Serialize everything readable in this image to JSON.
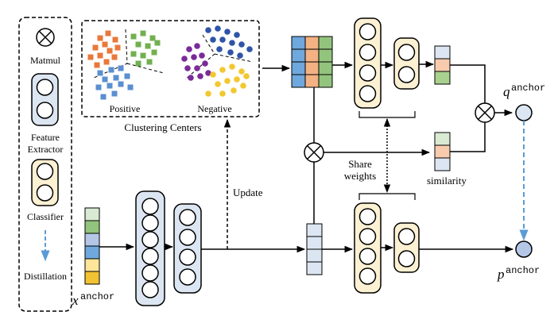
{
  "legend": {
    "matmul": "Matmul",
    "feature_extractor_line1": "Feature",
    "feature_extractor_line2": "Extractor",
    "classifier": "Classifier",
    "distillation": "Distillation"
  },
  "clusters": {
    "positive": "Positive",
    "negative": "Negative",
    "caption": "Clustering Centers"
  },
  "labels": {
    "update": "Update",
    "share_line1": "Share",
    "share_line2": "weights",
    "similarity": "similarity",
    "x_main": "x",
    "x_sup": "anchor",
    "q_main": "q",
    "q_sup": "anchor",
    "p_main": "p",
    "p_sup": "anchor"
  },
  "colors": {
    "blue_fill": "#dce6f2",
    "yellow_fill": "#fdf1d3",
    "orange": "#e8783b",
    "green": "#72b04f",
    "blue": "#5b8fd0",
    "purple": "#7b2a9a",
    "navy": "#2f54a8",
    "gold": "#f2c830",
    "light_green": "#d9ead3",
    "light_orange": "#f8cbad",
    "teal_blue": "#6fa8dc",
    "dist_arrow": "#5b9bd5",
    "node_fill": "#b4c7e7"
  }
}
